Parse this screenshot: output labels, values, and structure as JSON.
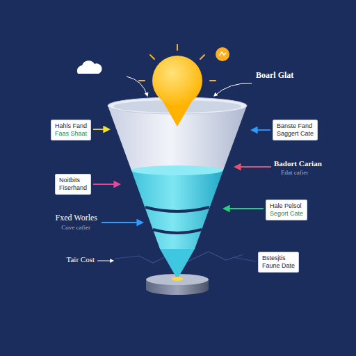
{
  "diagram": {
    "nodes": [
      {
        "text": [
          "Hahls Fand",
          "Faas Shaat"
        ]
      },
      {
        "text": [
          "Banste Fand",
          "Saggert Cate"
        ]
      },
      {
        "text": [
          "Noitbits",
          "Fiserhand"
        ]
      },
      {
        "text": [
          "Hale Pelsol",
          "Segort Cate"
        ]
      },
      {
        "text": [
          "Bstesjtis",
          "Faune Date"
        ]
      }
    ],
    "labels": [
      "Boarl Glat",
      "Badort Carian",
      "Edat cafier",
      "Fxed Worles",
      "Cove cafier",
      "Tair Cost"
    ]
  }
}
